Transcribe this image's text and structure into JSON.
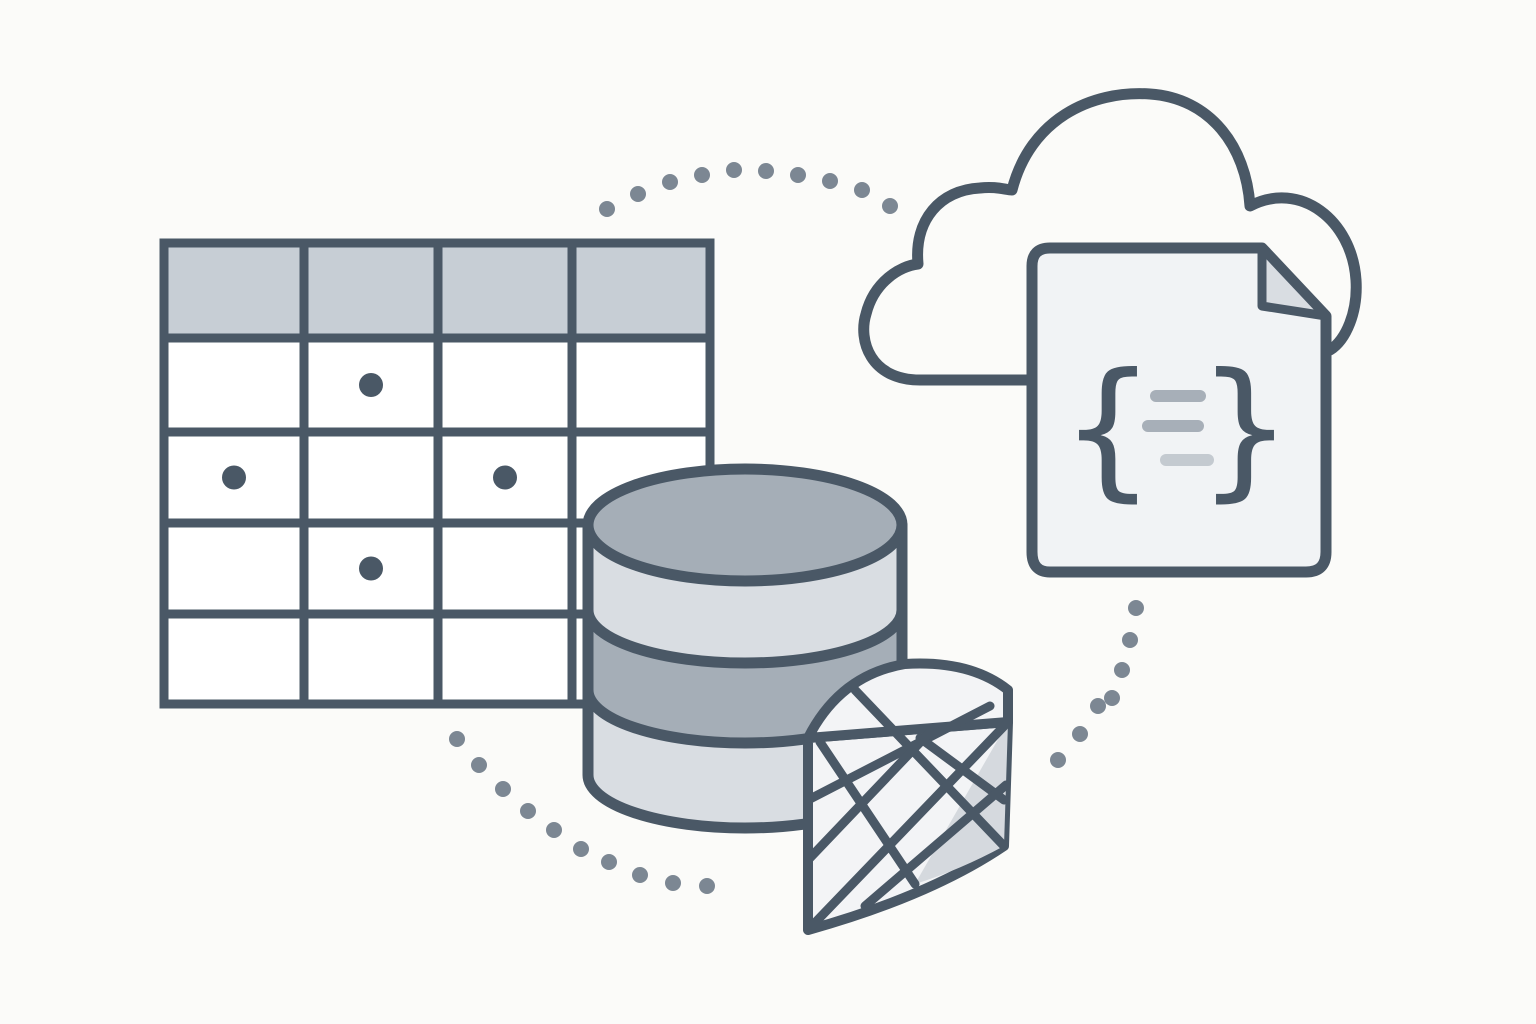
{
  "palette": {
    "background": "#fbfbf9",
    "stroke": "#4a5866",
    "header_fill": "#c7ced5",
    "cell_fill": "#ffffff",
    "db_top_fill": "#a5aeb7",
    "db_band_light": "#d9dde2",
    "db_band_dark": "#a5aeb7",
    "document_fill": "#f1f3f5",
    "bucket_fill": "#f3f4f6",
    "bucket_shade": "#d5d9de",
    "dot_color": "#7c8793",
    "json_line_dark": "#a7afb8",
    "json_line_light": "#c4cad0"
  },
  "table_grid": {
    "columns": 4,
    "header_rows": 1,
    "body_rows": 4,
    "marked_cells": [
      {
        "row": 1,
        "col": 2
      },
      {
        "row": 2,
        "col": 1
      },
      {
        "row": 2,
        "col": 3
      },
      {
        "row": 3,
        "col": 2
      }
    ]
  },
  "database": {
    "tiers": 3
  },
  "json_document": {
    "glyph_open": "{",
    "glyph_close": "}",
    "content_lines": 3
  },
  "icons": [
    "table-grid-icon",
    "database-icon",
    "cloud-icon",
    "json-document-icon",
    "mesh-bucket-icon",
    "dotted-connector-icon"
  ]
}
